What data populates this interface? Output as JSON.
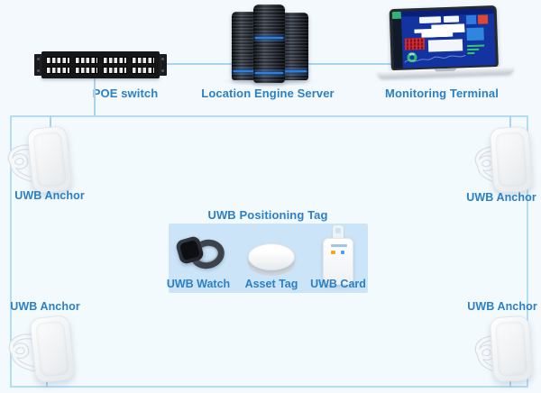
{
  "page": {
    "background": "#f3f9fd"
  },
  "colors": {
    "label_text": "#2b80c5",
    "area_border": "#b3dcf5",
    "connector_line": "#a9d3ef",
    "tag_box_fill": "#cbe4f7",
    "server_accent": "#2e7fe0",
    "dashboard_background": "#1233a0"
  },
  "infrastructure": {
    "poe_switch": {
      "label": "POE switch"
    },
    "location_engine_server": {
      "label": "Location Engine Server"
    },
    "monitoring_terminal": {
      "label": "Monitoring Terminal"
    }
  },
  "coverage_area": {
    "anchors": [
      {
        "position": "top-left",
        "label": "UWB Anchor"
      },
      {
        "position": "top-right",
        "label": "UWB Anchor"
      },
      {
        "position": "bottom-left",
        "label": "UWB Anchor"
      },
      {
        "position": "bottom-right",
        "label": "UWB Anchor"
      }
    ],
    "tag_group": {
      "title": "UWB Positioning Tag",
      "items": [
        {
          "id": "uwb-watch",
          "label": "UWB Watch"
        },
        {
          "id": "asset-tag",
          "label": "Asset Tag"
        },
        {
          "id": "uwb-card",
          "label": "UWB Card"
        }
      ]
    }
  }
}
